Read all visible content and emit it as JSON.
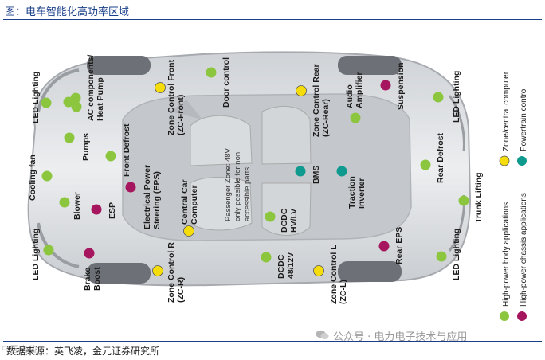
{
  "figure": {
    "title": "图：电车智能化高功率区域",
    "source": "数据来源：英飞凌，金元证券研究所"
  },
  "watermark": {
    "text": "公众号 · 电力电子技术与应用",
    "corner": "中国电动"
  },
  "colors": {
    "body_green": "#8cc63f",
    "chassis_magenta": "#a5165f",
    "zone_yellow": "#f5dd0b",
    "powertrain_teal": "#0f9a8f",
    "title_blue": "#1a3f8a"
  },
  "legend": {
    "zone_computer": "Zone/central computer",
    "powertrain": "Powertrain control",
    "body_apps": "High-power body applications",
    "chassis_apps": "High-power chassis applications"
  },
  "labels": {
    "led_front_top": "LED Lighting",
    "ac_heat_pump": [
      "AC components/",
      "Heat Pump"
    ],
    "zone_front": [
      "Zone Control Front",
      "(ZC-Front)"
    ],
    "door_control": "Door control",
    "zone_rear": [
      "Zone Control Rear",
      "(ZC-Rear)"
    ],
    "audio_amp": [
      "Audio",
      "Amplifier"
    ],
    "suspension": "Suspension",
    "led_rear_top": "LED Lighting",
    "pumps": "Pumps",
    "front_defrost": "Front Defrost",
    "cooling_fan": "Cooling fan",
    "eps": [
      "Electrical Power",
      "Steering (EPS)"
    ],
    "central_computer": [
      "Central Car",
      "Computer"
    ],
    "passenger_zone": [
      "Passenger Zone: 48V",
      "only possible for non",
      "accessible parts"
    ],
    "bms": "BMS",
    "traction_inverter": [
      "Traction",
      "Inverter"
    ],
    "rear_defrost": "Rear Defrost",
    "trunk_lifting": "Trunk Lifting",
    "blower": "Blower",
    "esp": "ESP",
    "dcdc_hv": [
      "DCDC",
      "HV/LV"
    ],
    "led_front_bottom": "LED Lighting",
    "brake_boost": [
      "Brake",
      "Boost"
    ],
    "zone_right": [
      "Zone Control R",
      "(ZC-R)"
    ],
    "dcdc_48": [
      "DCDC",
      "48/12V"
    ],
    "zone_left": [
      "Zone Control L",
      "(ZC-L)"
    ],
    "rear_eps": "Rear EPS",
    "led_rear_bottom": "LED Lighting"
  }
}
